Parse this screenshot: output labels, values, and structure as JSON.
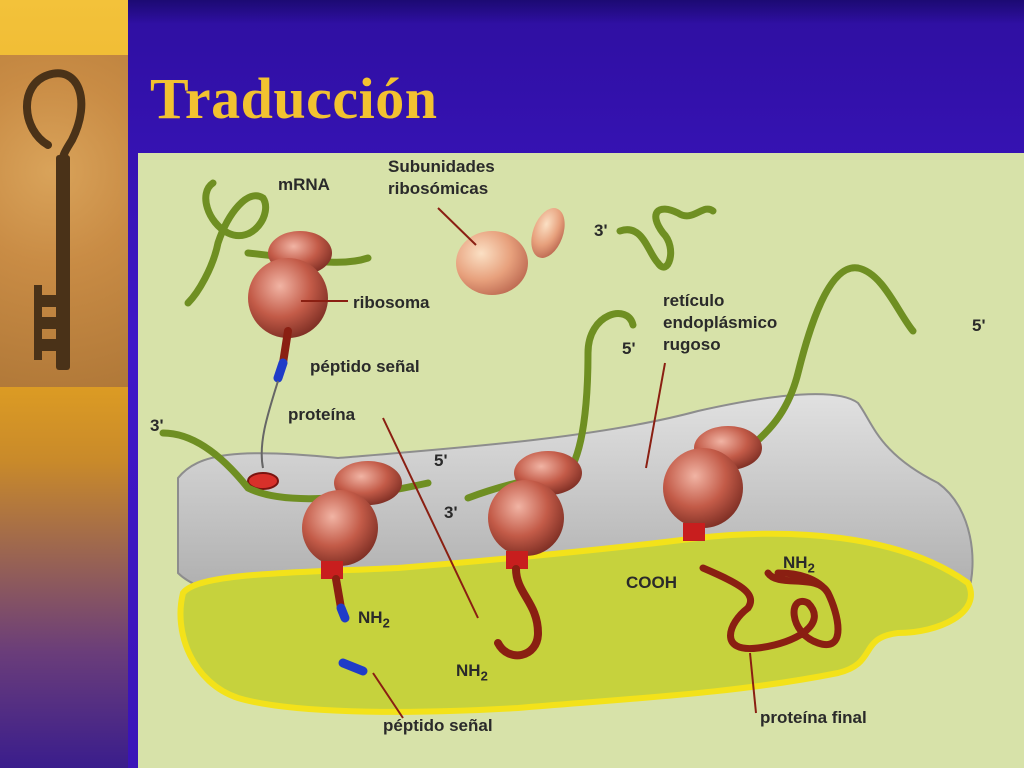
{
  "slide": {
    "title": "Traducción"
  },
  "diagram": {
    "labels": {
      "mrna": "mRNA",
      "subunidades_line1": "Subunidades",
      "subunidades_line2": "ribosómicas",
      "ribosoma": "ribosoma",
      "peptido_senal_top": "péptido señal",
      "proteina": "proteína",
      "reticulo_line1": "retículo",
      "reticulo_line2": "endoplásmico",
      "reticulo_line3": "rugoso",
      "three_prime_a": "3'",
      "three_prime_b": "3'",
      "three_prime_c": "3'",
      "five_prime_a": "5'",
      "five_prime_b": "5'",
      "five_prime_c": "5'",
      "nh2_a": "NH",
      "nh2_b": "NH",
      "nh2_c": "NH",
      "subscript_2": "2",
      "cooh": "COOH",
      "peptido_senal_bottom": "péptido señal",
      "proteina_final": "proteína final"
    },
    "colors": {
      "background": "#d7e2a9",
      "mrna_strand": "#6f8f22",
      "ribosome": "#b5503f",
      "er_membrane": "#c7c7c7",
      "er_lumen": "#c6d23d",
      "er_border": "#f3e21a",
      "protein_chain": "#8a1f12",
      "signal_peptide": "#1f3cc8",
      "title": "#f2c230"
    }
  }
}
